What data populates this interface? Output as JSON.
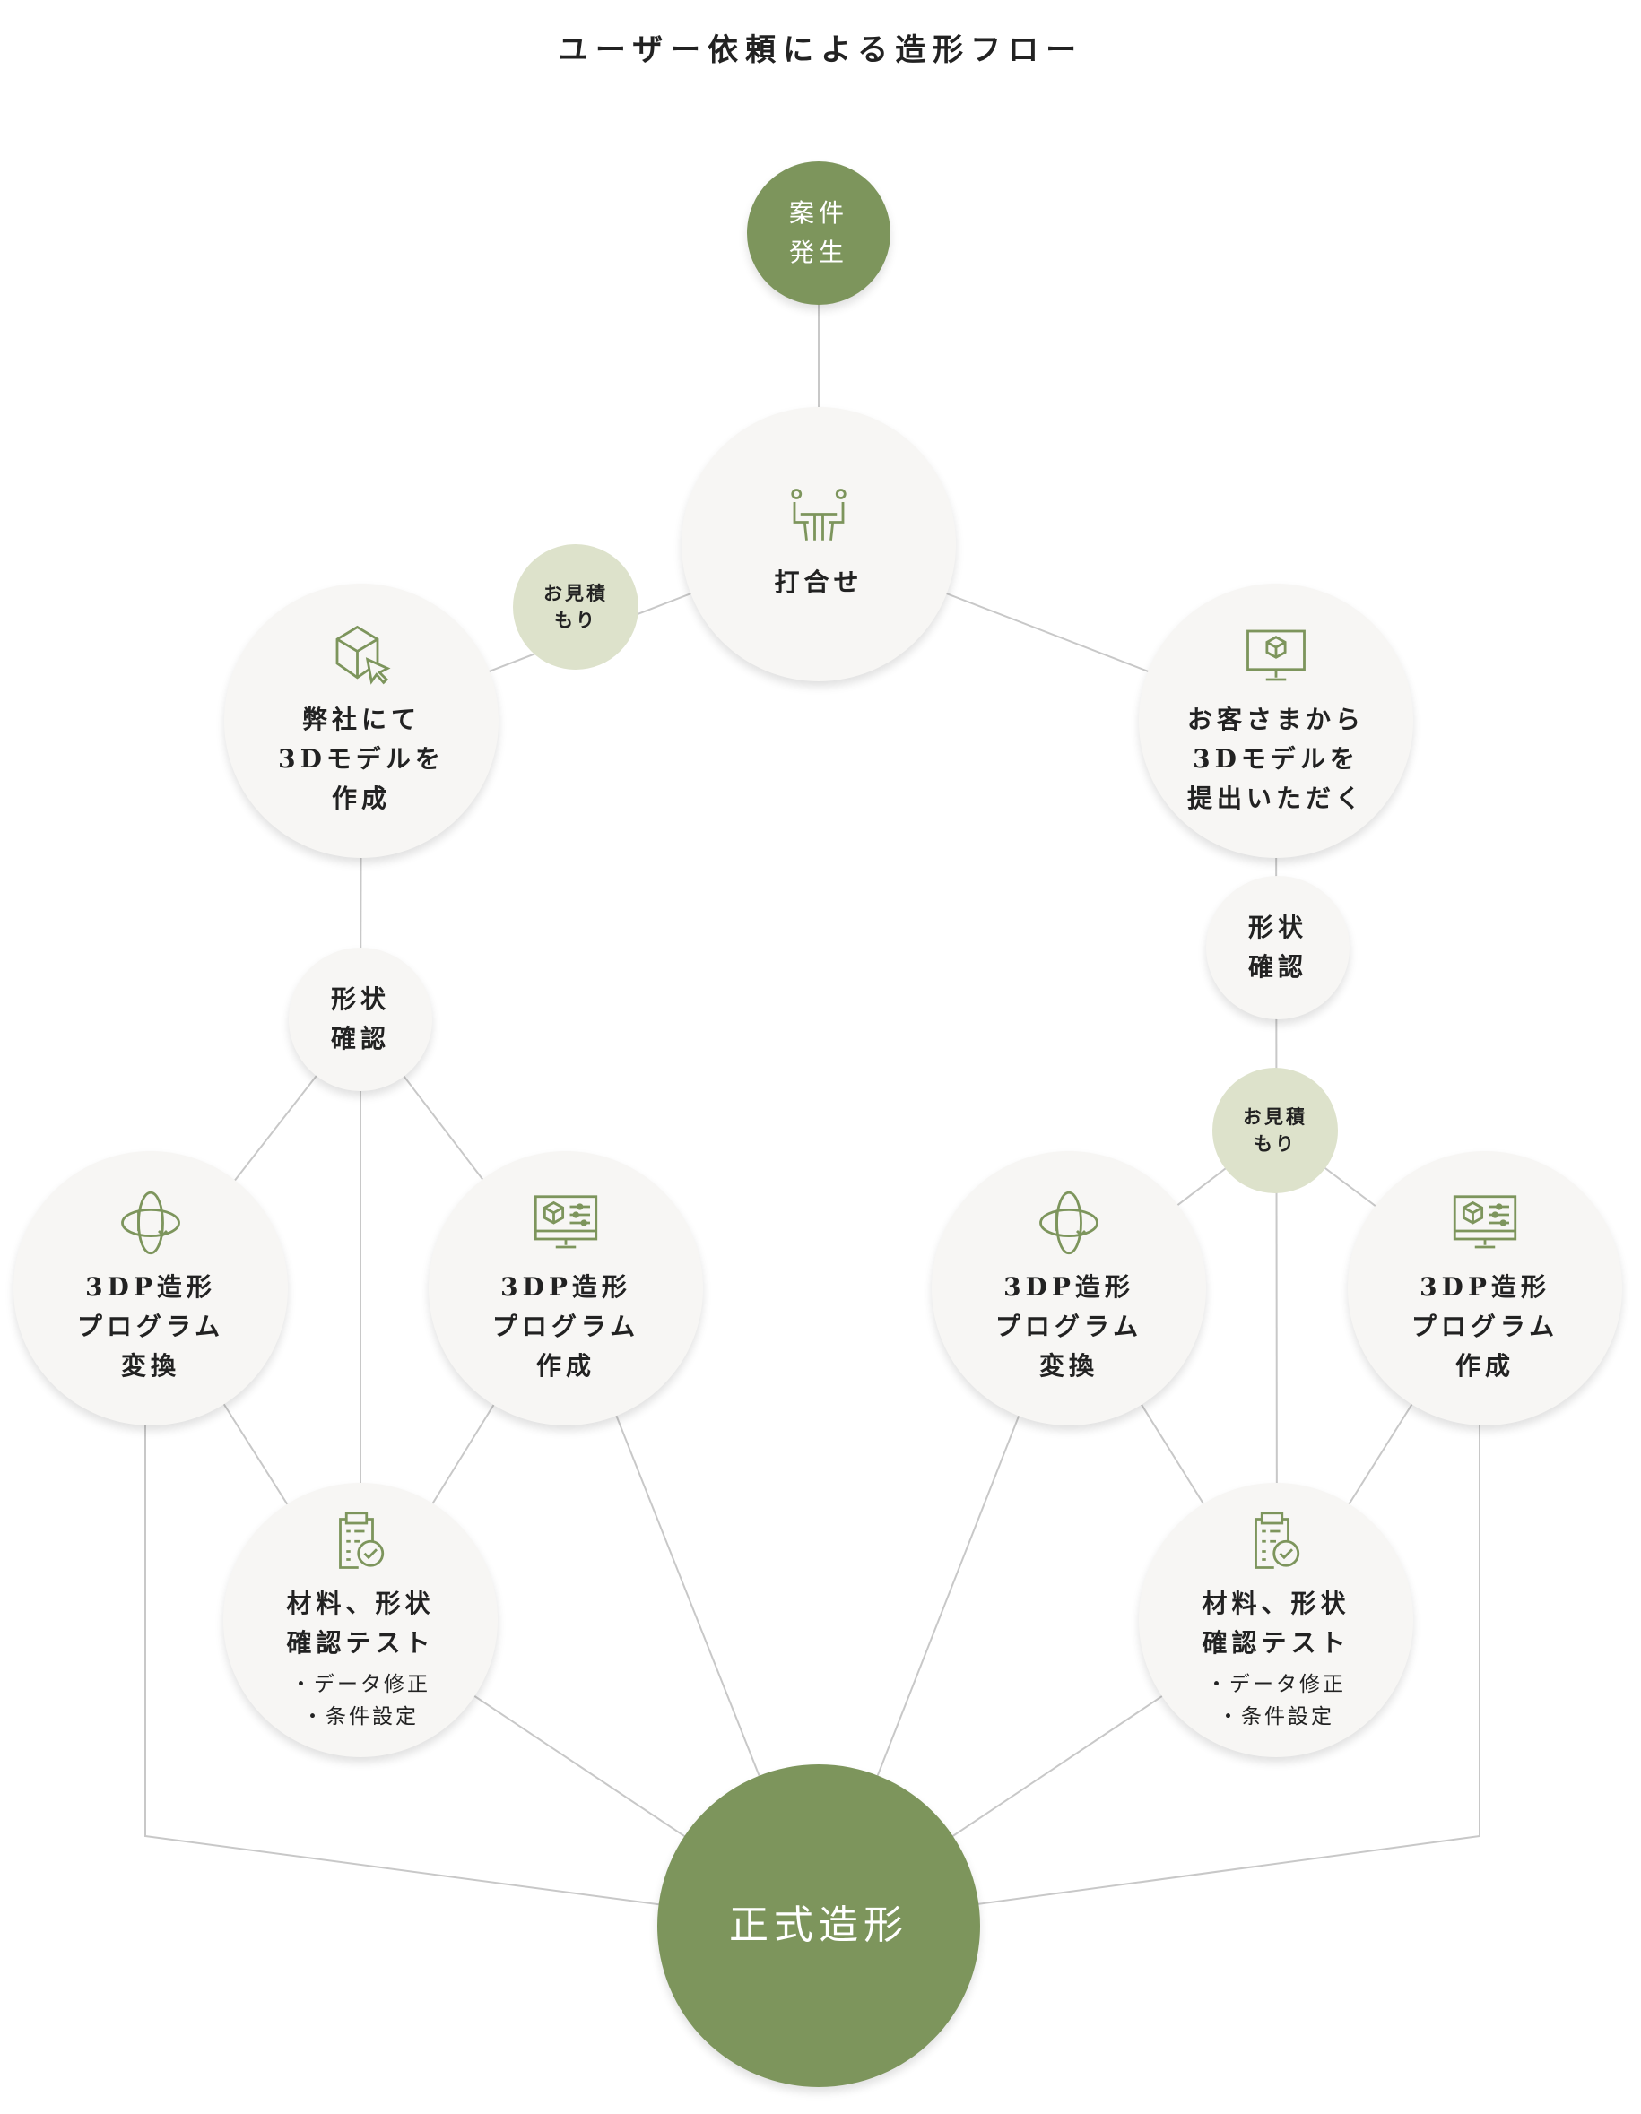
{
  "title": "ユーザー依頼による造形フロー",
  "colors": {
    "accent": "#7d955c",
    "estimate": "#dde2cb",
    "node": "#f7f6f4",
    "line": "#c8c8c8"
  },
  "nodes": {
    "start": {
      "label": "案件\n発生"
    },
    "meeting": {
      "label": "打合せ",
      "icon": "meeting-icon"
    },
    "estimate_left": {
      "label": "お見積\nもり"
    },
    "in_house_model": {
      "label": "弊社にて\n3Dモデルを\n作成",
      "icon": "cube-cursor-icon"
    },
    "customer_model": {
      "label": "お客さまから\n3Dモデルを\n提出いただく",
      "icon": "monitor-cube-icon"
    },
    "shape_check_left": {
      "label": "形状\n確認"
    },
    "shape_check_right": {
      "label": "形状\n確認"
    },
    "estimate_right": {
      "label": "お見積\nもり"
    },
    "convert_left": {
      "label": "3DP造形\nプログラム\n変換",
      "icon": "rotate-orbit-icon"
    },
    "create_left": {
      "label": "3DP造形\nプログラム\n作成",
      "icon": "monitor-settings-icon"
    },
    "convert_right": {
      "label": "3DP造形\nプログラム\n変換",
      "icon": "rotate-orbit-icon"
    },
    "create_right": {
      "label": "3DP造形\nプログラム\n作成",
      "icon": "monitor-settings-icon"
    },
    "test_left": {
      "label": "材料、形状\n確認テスト",
      "sub": "・データ修正\n・条件設定",
      "icon": "clipboard-check-icon"
    },
    "test_right": {
      "label": "材料、形状\n確認テスト",
      "sub": "・データ修正\n・条件設定",
      "icon": "clipboard-check-icon"
    },
    "final": {
      "label": "正式造形"
    }
  }
}
